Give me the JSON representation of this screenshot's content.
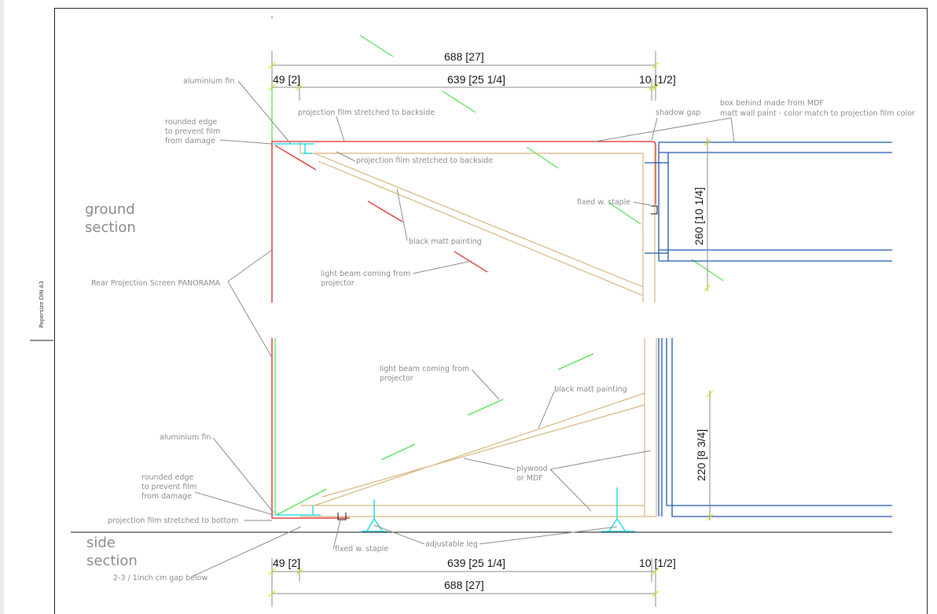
{
  "paper": {
    "size_label": "Papersize DIN A3"
  },
  "sections": {
    "ground": [
      "ground",
      "section"
    ],
    "side": [
      "side",
      "section"
    ]
  },
  "dimensions": {
    "top_total": "688 [27]",
    "top_left": "49 [2]",
    "top_mid": "639 [25 1/4]",
    "top_right": "10 [1/2]",
    "ground_height": "260 [10 1/4]",
    "side_height": "220 [8 3/4]",
    "bottom_left": "49 [2]",
    "bottom_mid": "639 [25 1/4]",
    "bottom_right": "10 [1/2]",
    "bottom_total": "688 [27]"
  },
  "labels": {
    "aluminium_fin_top": "aluminium fin",
    "rounded_edge_top": [
      "rounded edge",
      "to prevent film",
      "from damage"
    ],
    "film_backside_1": "projection film stretched to backside",
    "film_backside_2": "projection film stretched to backside",
    "shadow_gap": "shadow gap",
    "box_behind": [
      "box behind made from MDF",
      "matt wall paint - color match to projection film color"
    ],
    "fixed_staple_top": "fixed w. staple",
    "black_matt_top": "black matt painting",
    "light_beam_top": [
      "light beam coming from",
      "projector"
    ],
    "rear_screen": "Rear Projection Screen PANORAMA",
    "light_beam_side": [
      "light beam coming from",
      "projector"
    ],
    "black_matt_side": "black matt painting",
    "aluminium_fin_side": "aluminium fin",
    "rounded_edge_side": [
      "rounded edge",
      "to prevent film",
      "from damage"
    ],
    "plywood": [
      "plywood",
      "or MDF"
    ],
    "film_bottom": "projection film stretched to bottom",
    "fixed_staple_side": "fixed w. staple",
    "adjustable_leg": "adjustable leg",
    "gap_below": "2-3 / 1inch cm gap below"
  },
  "colors": {
    "screen": "#e02020",
    "frame": "#d8b47a",
    "box": "#1a55b0",
    "fin": "#00d8e8",
    "beam": "#22dd22"
  }
}
